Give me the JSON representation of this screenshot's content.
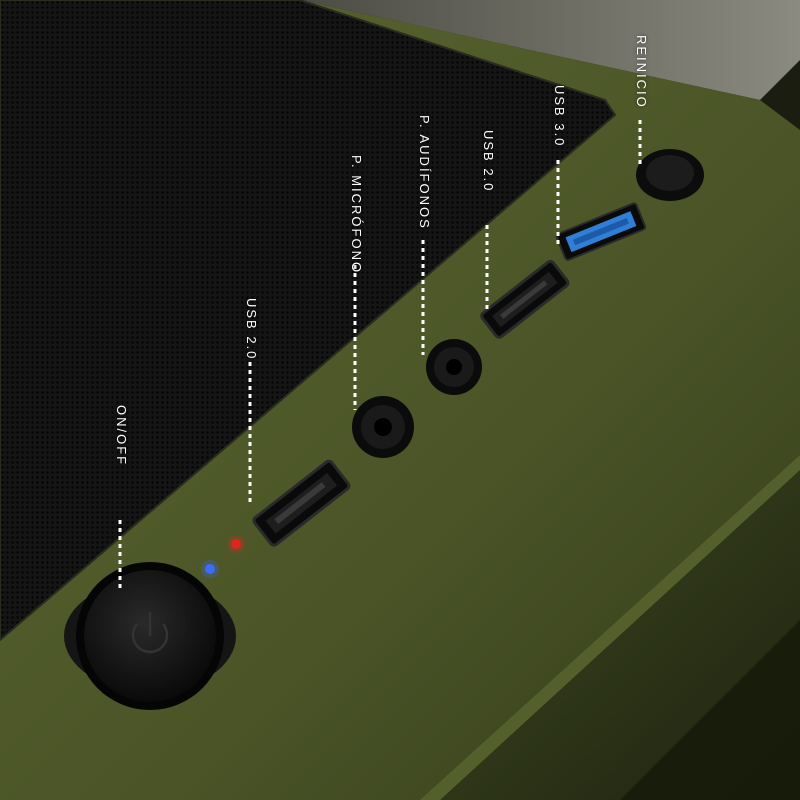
{
  "colors": {
    "case_green": "#4a5427",
    "case_green_dark": "#2f3717",
    "mesh": "#0e0e0e",
    "usb3_blue": "#2f7fd6",
    "led_blue": "#3d6cff",
    "led_red": "#e0261c"
  },
  "labels": {
    "power": "ON/OFF",
    "usb_left": "USB 2.0",
    "mic": "P. MICRÓFONO",
    "audio": "P. AUDÍFONOS",
    "usb_right": "USB 2.0",
    "usb3": "USB 3.0",
    "reset": "REINICIO"
  },
  "icons": [
    "power-icon"
  ]
}
